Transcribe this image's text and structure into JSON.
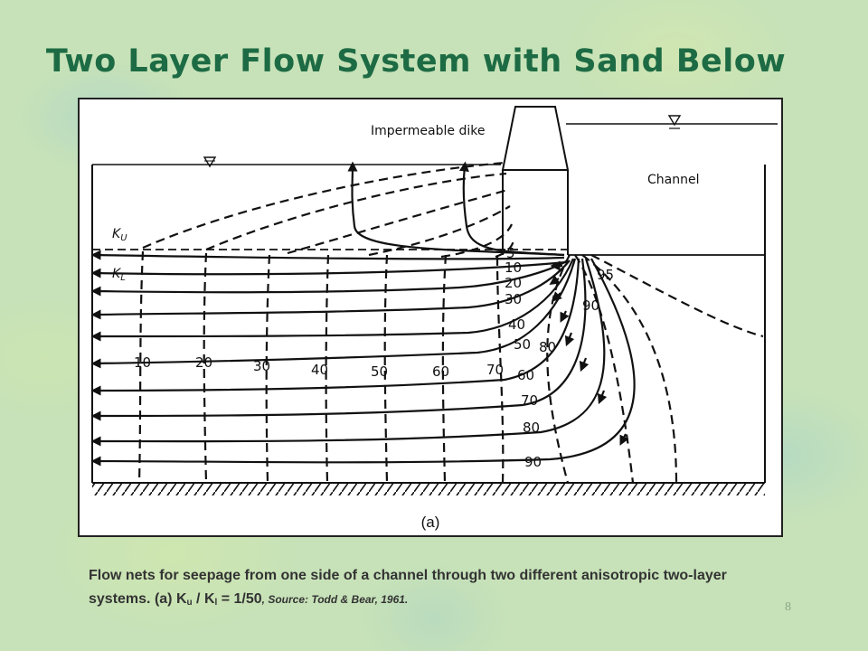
{
  "slide": {
    "title": "Two Layer Flow System with Sand Below",
    "page_number": "8"
  },
  "figure": {
    "panel_label": "(a)",
    "annotations": {
      "dike": "Impermeable dike",
      "channel": "Channel",
      "upper_layer": "K",
      "upper_layer_sub": "U",
      "lower_layer": "K",
      "lower_layer_sub": "L"
    },
    "equipotential_labels_bottom": [
      "10",
      "20",
      "30",
      "40",
      "50",
      "60",
      "70"
    ],
    "streamline_labels": [
      "5",
      "10",
      "20",
      "30",
      "40",
      "50",
      "60",
      "70",
      "80",
      "90"
    ],
    "equipotential_labels_right": [
      "95",
      "90",
      "80"
    ]
  },
  "caption": {
    "text_1": "Flow nets for seepage from one side of a channel through two different anisotropic two-layer systems. (a) K",
    "sub_1": "u",
    "text_2": " / K",
    "sub_2": "l",
    "text_3": " = 1/50",
    "source": ", Source: Todd & Bear, 1961."
  }
}
